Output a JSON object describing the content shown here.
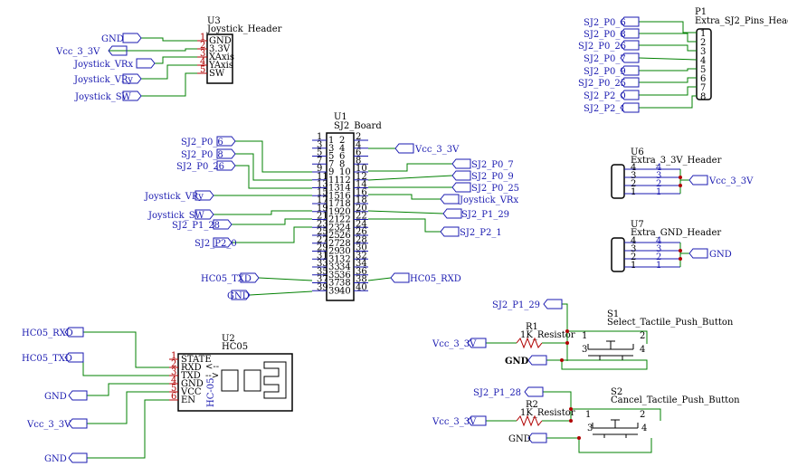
{
  "u3": {
    "ref": "U3",
    "name": "Joystick_Header",
    "pins": [
      "GND",
      "3.3V",
      "XAxis",
      "YAxis",
      "SW"
    ],
    "nums": [
      "1",
      "2",
      "3",
      "4",
      "5"
    ],
    "nets": [
      "GND",
      "Vcc_3_3V",
      "Joystick_VRx",
      "Joystick_VRy",
      "Joystick_SW"
    ]
  },
  "p1": {
    "ref": "P1",
    "name": "Extra_SJ2_Pins_Header",
    "nums": [
      "1",
      "2",
      "3",
      "4",
      "5",
      "6",
      "7",
      "8"
    ],
    "nets": [
      "SJ2_P0_6",
      "SJ2_P0_8",
      "SJ2_P0_26",
      "SJ2_P0_7",
      "SJ2_P0_9",
      "SJ2_P0_25",
      "SJ2_P2_0",
      "SJ2_P2_1"
    ]
  },
  "u1": {
    "ref": "U1",
    "name": "SJ2_Board",
    "left_nets": {
      "p9": "SJ2_P0_6",
      "p11": "SJ2_P0_8",
      "p13": "SJ2_P0_26",
      "p15": "Joystick_VRy",
      "p19": "Joystick_SW",
      "p21": "SJ2_P1_28",
      "p23": "SJ2_P2_0",
      "p35": "HC05_TXD",
      "p39": "GND"
    },
    "right_nets": {
      "p4": "Vcc_3_3V",
      "p10": "SJ2_P0_7",
      "p12": "SJ2_P0_9",
      "p14": "SJ2_P0_25",
      "p16": "Joystick_VRx",
      "p20": "SJ2_P1_29",
      "p22": "SJ2_P2_1",
      "p36": "HC05_RXD"
    }
  },
  "u2": {
    "ref": "U2",
    "name": "HC05",
    "body_text": "HC-05",
    "pins": [
      "STATE",
      "RXD",
      "TXD",
      "GND",
      "VCC",
      "EN"
    ],
    "arrows": [
      "<--",
      "-->"
    ],
    "nums": [
      "1",
      "2",
      "3",
      "4",
      "5",
      "6"
    ],
    "nets": [
      "HC05_RXD",
      "HC05_TXD",
      "GND",
      "Vcc_3_3V",
      "GND"
    ]
  },
  "u6": {
    "ref": "U6",
    "name": "Extra_3_3V_Header",
    "nums": [
      "4",
      "3",
      "2",
      "1"
    ],
    "net": "Vcc_3_3V"
  },
  "u7": {
    "ref": "U7",
    "name": "Extra_GND_Header",
    "nums": [
      "4",
      "3",
      "2",
      "1"
    ],
    "net": "GND"
  },
  "s1": {
    "ref": "S1",
    "name": "Select_Tactile_Push_Button",
    "nums": [
      "1",
      "2",
      "3",
      "4"
    ],
    "r_ref": "R1",
    "r_name": "1K_Resistor",
    "net_signal": "SJ2_P1_29",
    "net_vcc": "Vcc_3_3V",
    "net_gnd": "GND"
  },
  "s2": {
    "ref": "S2",
    "name": "Cancel_Tactile_Push_Button",
    "nums": [
      "1",
      "2",
      "3",
      "4"
    ],
    "r_ref": "R2",
    "r_name": "1K_Resistor",
    "net_signal": "SJ2_P1_28",
    "net_vcc": "Vcc_3_3V",
    "net_gnd": "GND"
  },
  "colors": {
    "wire": "#008000",
    "net_label": "#1a1ab0",
    "pin": "#b00000",
    "junction": "#b00000",
    "body": "#000000"
  }
}
